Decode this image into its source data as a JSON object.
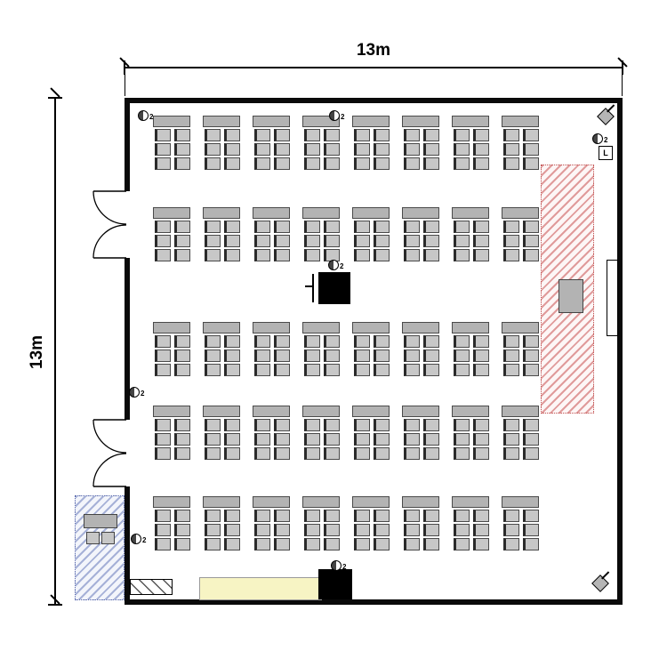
{
  "dimensions": {
    "top_label": "13m",
    "left_label": "13m"
  },
  "labels": {
    "light_switch": "L",
    "fixture_subscript": "2"
  },
  "desk_grid": {
    "bands": 5,
    "columns": 8,
    "chair_rows": 3,
    "chairs_per_row": 2
  },
  "colors": {
    "wall": "#0a0a0a",
    "desk_fill": "#b3b3b3",
    "chair_fill": "#c7c7c7",
    "screen_hatch": "#c05050",
    "console_hatch": "#5565aa",
    "stage_fill": "#f7f4c4",
    "equipment_fill": "#000000"
  }
}
